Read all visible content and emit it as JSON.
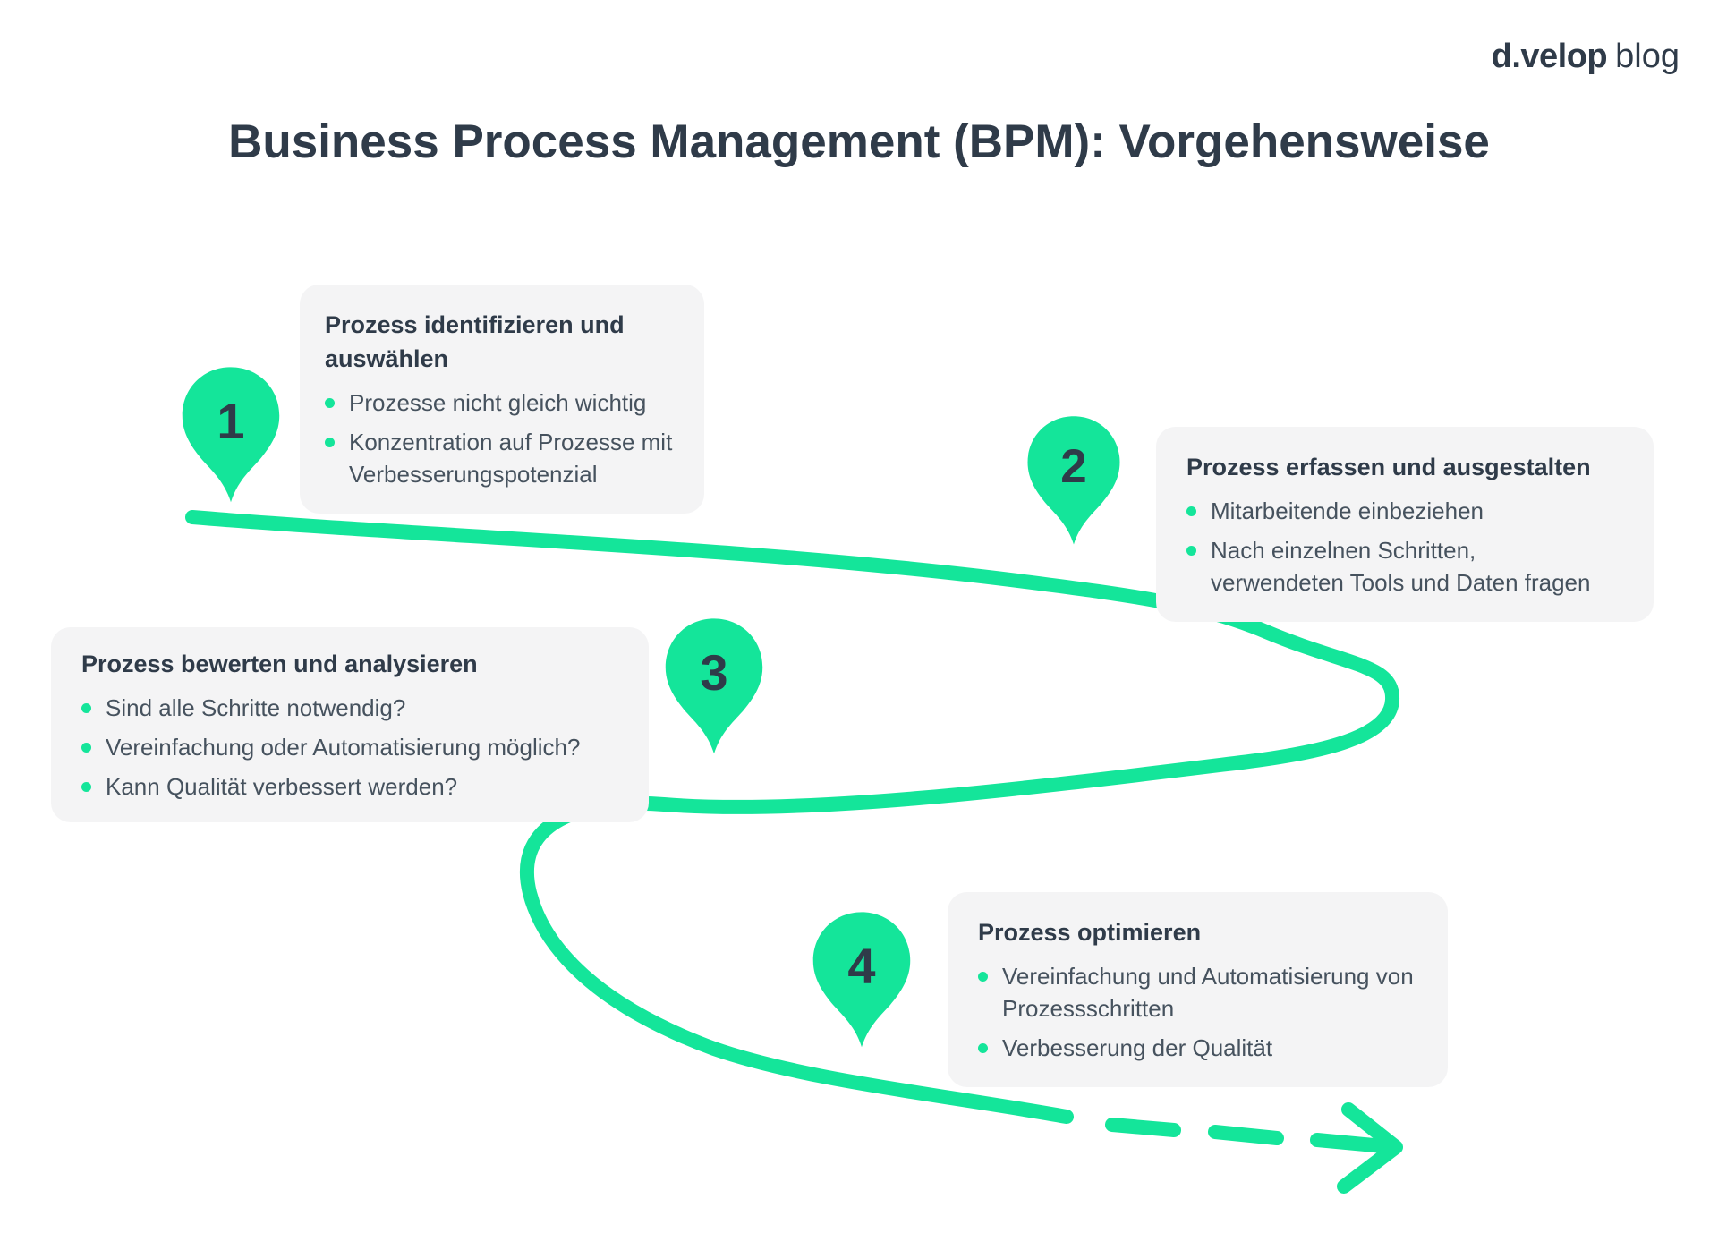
{
  "title": "Business Process Management (BPM): Vorgehensweise",
  "logo": {
    "brand": "d.velop",
    "suffix": "blog"
  },
  "colors": {
    "accent_green": "#14e59a",
    "dark_text": "#2f3b49",
    "body_text": "#46525e",
    "card_bg": "#f4f4f5"
  },
  "steps": [
    {
      "number": "1",
      "heading": "Prozess identifizieren und auswählen",
      "bullets": [
        "Prozesse nicht gleich wichtig",
        "Konzentration auf Prozesse mit Verbesserungspotenzial"
      ]
    },
    {
      "number": "2",
      "heading": "Prozess erfassen und ausgestalten",
      "bullets": [
        "Mitarbeitende einbeziehen",
        "Nach einzelnen Schritten, verwendeten Tools und Daten fragen"
      ]
    },
    {
      "number": "3",
      "heading": "Prozess bewerten und analysieren",
      "bullets": [
        "Sind alle Schritte notwendig?",
        "Vereinfachung oder Automatisierung möglich?",
        "Kann Qualität verbessert werden?"
      ]
    },
    {
      "number": "4",
      "heading": "Prozess optimieren",
      "bullets": [
        "Vereinfachung und Automatisierung von Prozessschritten",
        "Verbesserung der Qualität"
      ]
    }
  ]
}
